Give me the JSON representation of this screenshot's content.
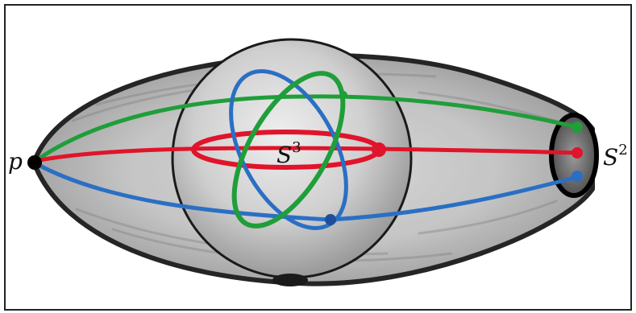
{
  "labels": {
    "point": "p",
    "sphere3_base": "S",
    "sphere3_exp": "3",
    "sphere2_base": "S",
    "sphere2_exp": "2"
  },
  "colors": {
    "frame": "#222222",
    "outline": "#1a1a1a",
    "shading": "#8a8a8a",
    "green": "#1f9e3a",
    "red": "#e0142a",
    "blue": "#2a6fc4",
    "black": "#000000"
  },
  "elements": [
    "outer-spindle",
    "inner-sphere",
    "cap-disk",
    "green-path",
    "red-path",
    "blue-path",
    "green-ellipse",
    "red-ellipse",
    "blue-ellipse"
  ]
}
